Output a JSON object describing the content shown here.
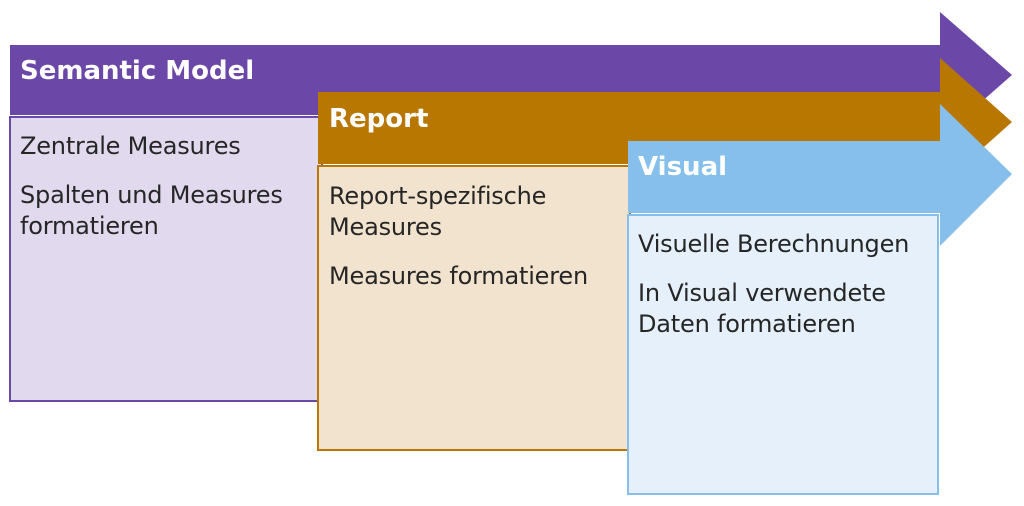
{
  "colors": {
    "semantic_arrow": "#6b48a8",
    "semantic_box_fill": "#e1d9ee",
    "semantic_box_border": "#6b48a8",
    "report_arrow": "#b87700",
    "report_box_fill": "#f2e3cf",
    "report_box_border": "#b87700",
    "visual_arrow": "#86bfeb",
    "visual_box_fill": "#e5f0fa",
    "visual_box_border": "#86bfeb"
  },
  "layers": [
    {
      "title": "Semantic Model",
      "items": [
        "Zentrale Measures",
        "Spalten und Measures formatieren"
      ]
    },
    {
      "title": "Report",
      "items": [
        "Report-spezifische Measures",
        "Measures formatieren"
      ]
    },
    {
      "title": "Visual",
      "items": [
        "Visuelle Berechnungen",
        "In Visual verwendete Daten formatieren"
      ]
    }
  ]
}
